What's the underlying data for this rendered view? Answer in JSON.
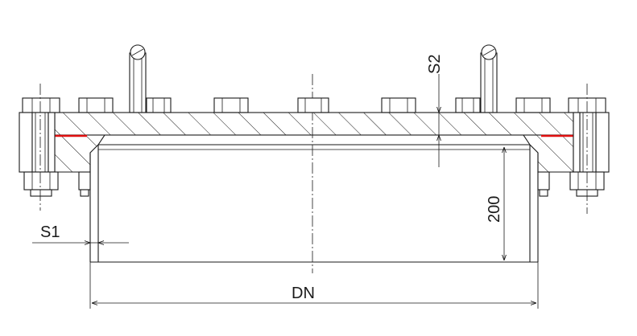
{
  "dimensions": {
    "s1": "S1",
    "s2": "S2",
    "height": "200",
    "dn": "DN"
  },
  "colors": {
    "line": "#1a1a1a",
    "gasket": "#e01010",
    "background": "#ffffff"
  }
}
